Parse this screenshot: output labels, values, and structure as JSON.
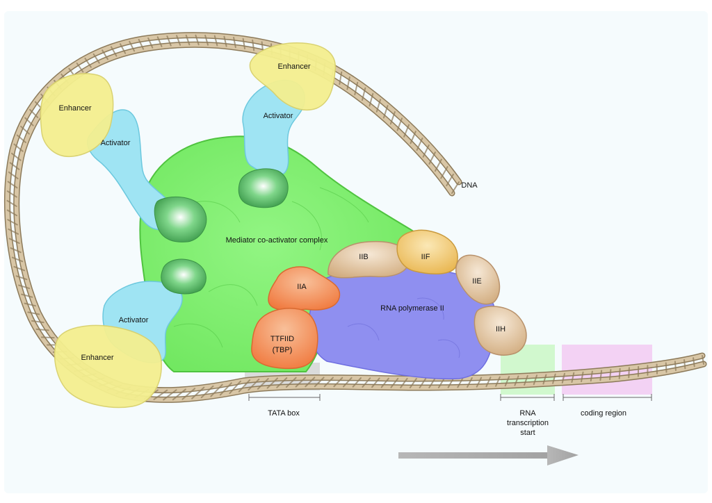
{
  "labels": {
    "enhancer_top_left": "Enhancer",
    "enhancer_top": "Enhancer",
    "enhancer_bottom": "Enhancer",
    "activator_left": "Activator",
    "activator_top": "Activator",
    "activator_bottom": "Activator",
    "dna": "DNA",
    "mediator": "Mediator co-activator complex",
    "iib": "IIB",
    "iif": "IIF",
    "iie": "IIE",
    "iia": "IIA",
    "iih": "IIH",
    "rna_pol": "RNA polymerase II",
    "ttfiid_line1": "TTFIID",
    "ttfiid_line2": "(TBP)",
    "tata_box": "TATA box",
    "rna_start_line1": "RNA",
    "rna_start_line2": "transcription",
    "rna_start_line3": "start",
    "coding_region": "coding region"
  },
  "colors": {
    "background": "#f5fbfd",
    "dna_strand": "#d8c6a6",
    "dna_stroke": "#8c7a5a",
    "enhancer": "#f4ef8f",
    "activator": "#9fe4f3",
    "mediator": "#7ef16e",
    "rna_pol": "#8f8ff0",
    "iib": "#e4c6a2",
    "iif": "#f3cf8a",
    "iie": "#e4c6a2",
    "iih": "#dcc8ac",
    "iia": "#f4a36a",
    "ttfiid": "#f2804c",
    "tata_highlight": "#d7d7d7",
    "rna_start_highlight": "#cdf7c9",
    "coding_highlight": "#f3cdf3",
    "arrow": "#a9a9a9"
  }
}
